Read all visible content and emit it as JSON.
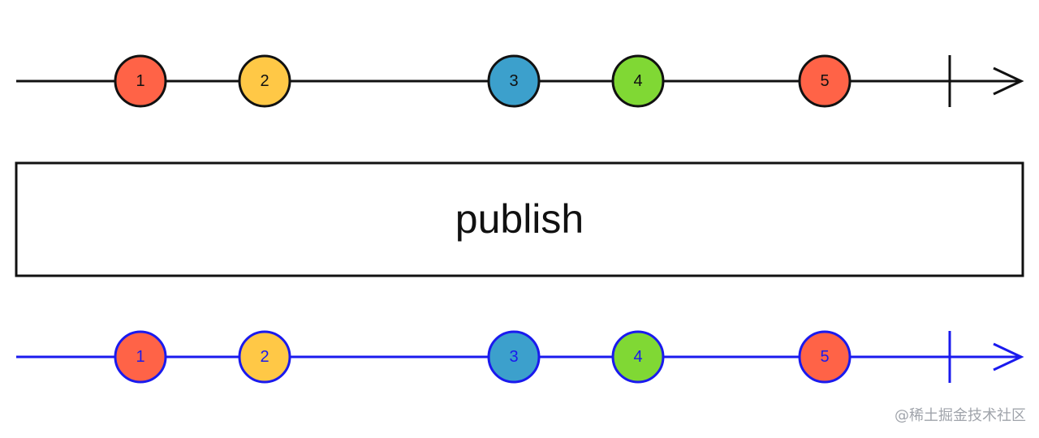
{
  "operator": {
    "label": "publish"
  },
  "input_stream": {
    "color": "#111111",
    "marbles": [
      {
        "label": "1",
        "color": "#ff6347"
      },
      {
        "label": "2",
        "color": "#ffc846"
      },
      {
        "label": "3",
        "color": "#3ca0cc"
      },
      {
        "label": "4",
        "color": "#80d834"
      },
      {
        "label": "5",
        "color": "#ff6347"
      }
    ]
  },
  "output_stream": {
    "color": "#1a1aee",
    "marbles": [
      {
        "label": "1",
        "color": "#ff6347"
      },
      {
        "label": "2",
        "color": "#ffc846"
      },
      {
        "label": "3",
        "color": "#3ca0cc"
      },
      {
        "label": "4",
        "color": "#80d834"
      },
      {
        "label": "5",
        "color": "#ff6347"
      }
    ]
  },
  "watermark": "@稀土掘金技术社区"
}
